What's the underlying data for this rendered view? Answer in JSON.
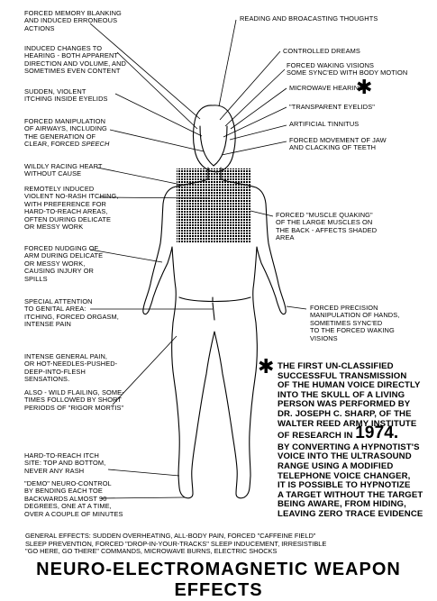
{
  "labels_left": {
    "memory": "FORCED MEMORY BLANKING\nAND INDUCED ERRONEOUS\nACTIONS",
    "hearing": "INDUCED CHANGES TO\nHEARING - BOTH APPARENT\nDIRECTION AND VOLUME, AND\nSOMETIMES EVEN CONTENT",
    "eyelids": "SUDDEN, VIOLENT\nITCHING INSIDE EYELIDS",
    "airways_1": "FORCED MANIPULATION\nOF AIRWAYS, INCLUDING\nTHE GENERATION OF\nCLEAR, FORCED ",
    "airways_2": "SPEECH",
    "heart": "WILDLY RACING HEART\nWITHOUT CAUSE",
    "itching": "REMOTELY INDUCED\nVIOLENT NO-RASH ITCHING,\nWITH PREFERENCE FOR\nHARD-TO-REACH AREAS,\nOFTEN DURING DELICATE\nOR MESSY WORK",
    "nudging": "FORCED NUDGING OF\nARM DURING DELICATE\nOR MESSY WORK,\nCAUSING INJURY OR\nSPILLS",
    "genital": "SPECIAL ATTENTION\nTO GENITAL AREA:\nITCHING, FORCED ORGASM,\nINTENSE PAIN",
    "pain": "INTENSE GENERAL PAIN,\nOR HOT-NEEDLES-PUSHED-\nDEEP-INTO-FLESH\nSENSATIONS.",
    "flailing": "ALSO - WILD FLAILING, SOME-\nTIMES FOLLOWED BY SHORT\nPERIODS OF \"RIGOR MORTIS\"",
    "itch_site": "HARD-TO-REACH ITCH\nSITE: TOP AND BOTTOM,\nNEVER ANY RASH",
    "demo": "\"DEMO\" NEURO-CONTROL\nBY BENDING EACH TOE\nBACKWARDS ALMOST 90\nDEGREES, ONE AT A TIME,\nOVER A COUPLE OF MINUTES"
  },
  "labels_right": {
    "thoughts": "READING AND BROACASTING THOUGHTS",
    "dreams": "CONTROLLED DREAMS",
    "visions": "FORCED WAKING VISIONS\nSOME SYNC'ED WITH BODY MOTION",
    "microwave": "MICROWAVE HEARING",
    "transparent": "\"TRANSPARENT EYELIDS\"",
    "tinnitus": "ARTIFICIAL TINNITUS",
    "jaw": "FORCED MOVEMENT OF JAW\nAND CLACKING OF TEETH",
    "muscle": "FORCED \"MUSCLE QUAKING\"\nOF THE LARGE MUSCLES ON\nTHE BACK - AFFECTS SHADED\nAREA",
    "hands": "FORCED PRECISION\nMANIPULATION OF HANDS,\nSOMETIMES SYNC'ED\nTO THE FORCED WAKING\nVISIONS"
  },
  "asterisk": "✱",
  "note": {
    "part1": "THE FIRST UN-CLASSIFIED\nSUCCESSFUL TRANSMISSION\nOF THE HUMAN VOICE DIRECTLY\nINTO THE SKULL OF A LIVING\nPERSON WAS PERFORMED BY\nDR. JOSEPH C. SHARP, OF THE\nWALTER REED ARMY INSTITUTE\nOF RESEARCH IN ",
    "year": "1974.",
    "part2": "BY CONVERTING A HYPNOTIST'S\nVOICE INTO THE ULTRASOUND\nRANGE USING A MODIFIED\nTELEPHONE VOICE CHANGER,\nIT IS POSSIBLE TO HYPNOTIZE\nA TARGET WITHOUT THE TARGET\nBEING AWARE, FROM HIDING,\nLEAVING ZERO TRACE EVIDENCE"
  },
  "general_effects": "GENERAL EFFECTS:  SUDDEN OVERHEATING,  ALL-BODY PAIN,  FORCED \"CAFFEINE FIELD\"\nSLEEP PREVENTION,  FORCED \"DROP-IN-YOUR-TRACKS\" SLEEP INDUCEMENT, IRRESISTIBLE\n\"GO HERE, GO THERE\" COMMANDS, MICROWAVE BURNS, ELECTRIC SHOCKS",
  "title": "NEURO-ELECTROMAGNETIC WEAPON EFFECTS"
}
